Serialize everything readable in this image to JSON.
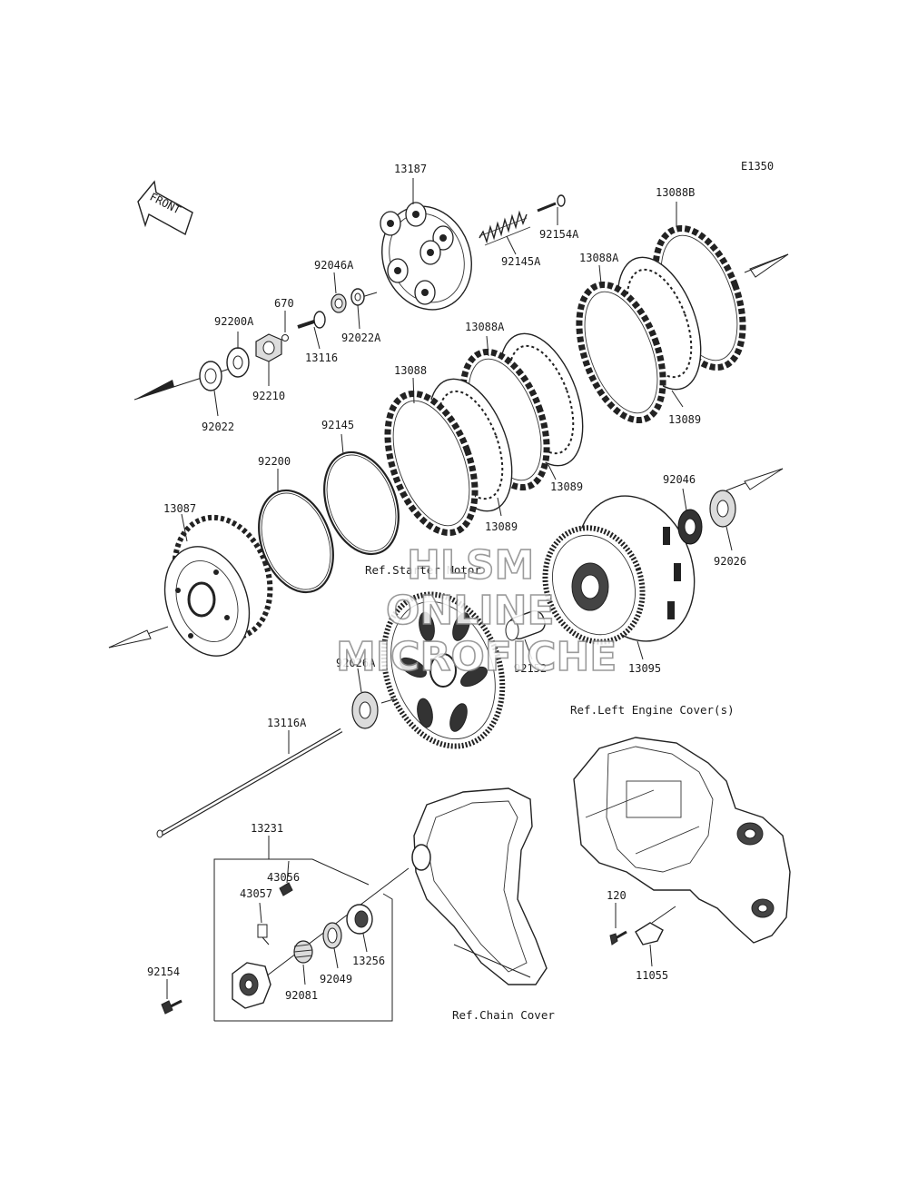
{
  "diagram": {
    "code": "E1350",
    "front_label": "FRONT",
    "watermark": [
      "HLSM",
      "ONLINE",
      "MICROFICHE"
    ],
    "refs": {
      "starter_motor": "Ref.Starter Motor",
      "left_engine_cover": "Ref.Left Engine Cover(s)",
      "chain_cover": "Ref.Chain Cover"
    },
    "parts": {
      "p13187": "13187",
      "p92154A": "92154A",
      "p13088B": "13088B",
      "p92046A": "92046A",
      "p92145A": "92145A",
      "p13088A_1": "13088A",
      "p670": "670",
      "p92200A": "92200A",
      "p92022A": "92022A",
      "p13116": "13116",
      "p13088A_2": "13088A",
      "p92210": "92210",
      "p92022": "92022",
      "p13088": "13088",
      "p13089_1": "13089",
      "p92145": "92145",
      "p13089_2": "13089",
      "p92200": "92200",
      "p92046": "92046",
      "p13089_3": "13089",
      "p13087": "13087",
      "p92026": "92026",
      "p92026A": "92026A",
      "p92152": "92152",
      "p13095": "13095",
      "p13116A": "13116A",
      "p13231": "13231",
      "p43056": "43056",
      "p43057": "43057",
      "p120": "120",
      "p13256": "13256",
      "p92049": "92049",
      "p92154": "92154",
      "p92081": "92081",
      "p11055": "11055"
    }
  }
}
